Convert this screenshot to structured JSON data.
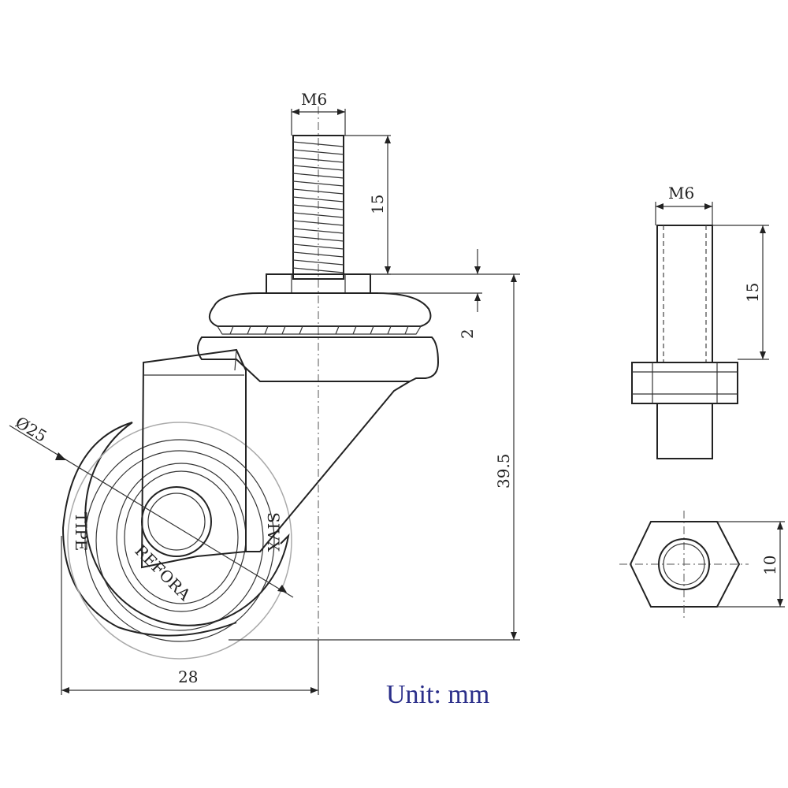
{
  "dimensions": {
    "thread_size_top": "M6",
    "thread_length": "15",
    "plate_thickness": "2",
    "overall_height": "39.5",
    "wheel_diameter": "Ø25",
    "width": "28",
    "thread_size_side": "M6",
    "bolt_length": "15",
    "hex_width": "10"
  },
  "wheel_text": {
    "left": "TIPE",
    "bottom": "REFORA",
    "right": "SIVX"
  },
  "unit_label": "Unit: mm"
}
